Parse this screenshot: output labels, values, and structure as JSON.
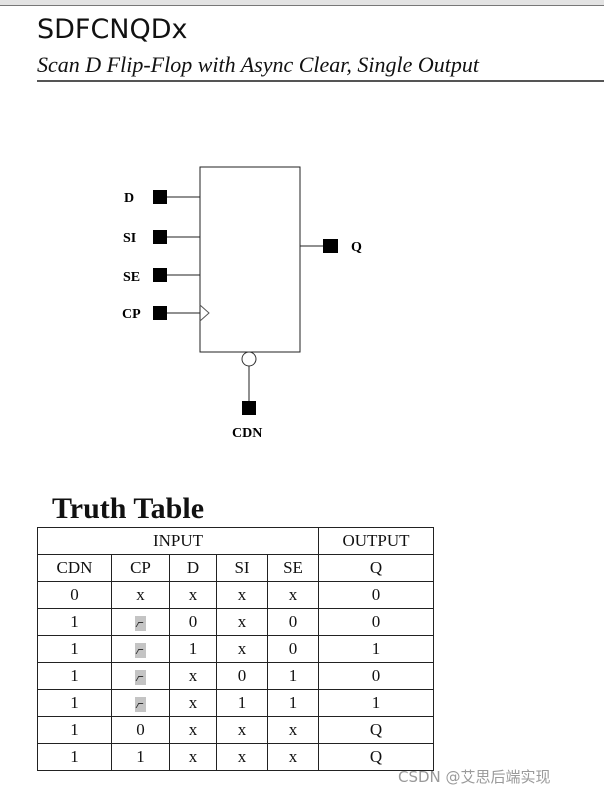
{
  "header": {
    "title": "SDFCNQDx",
    "subtitle": "Scan D Flip-Flop with Async Clear, Single Output"
  },
  "diagram": {
    "inputs": [
      "D",
      "SI",
      "SE",
      "CP"
    ],
    "output": "Q",
    "clear": "CDN"
  },
  "truth_table": {
    "title": "Truth Table",
    "group_headers": [
      "INPUT",
      "OUTPUT"
    ],
    "columns": [
      "CDN",
      "CP",
      "D",
      "SI",
      "SE",
      "Q"
    ],
    "rows": [
      [
        "0",
        "x",
        "x",
        "x",
        "x",
        "0"
      ],
      [
        "1",
        "rising-edge",
        "0",
        "x",
        "0",
        "0"
      ],
      [
        "1",
        "rising-edge",
        "1",
        "x",
        "0",
        "1"
      ],
      [
        "1",
        "rising-edge",
        "x",
        "0",
        "1",
        "0"
      ],
      [
        "1",
        "rising-edge",
        "x",
        "1",
        "1",
        "1"
      ],
      [
        "1",
        "0",
        "x",
        "x",
        "x",
        "Q"
      ],
      [
        "1",
        "1",
        "x",
        "x",
        "x",
        "Q"
      ]
    ]
  },
  "watermark": "CSDN @艾思后端实现"
}
